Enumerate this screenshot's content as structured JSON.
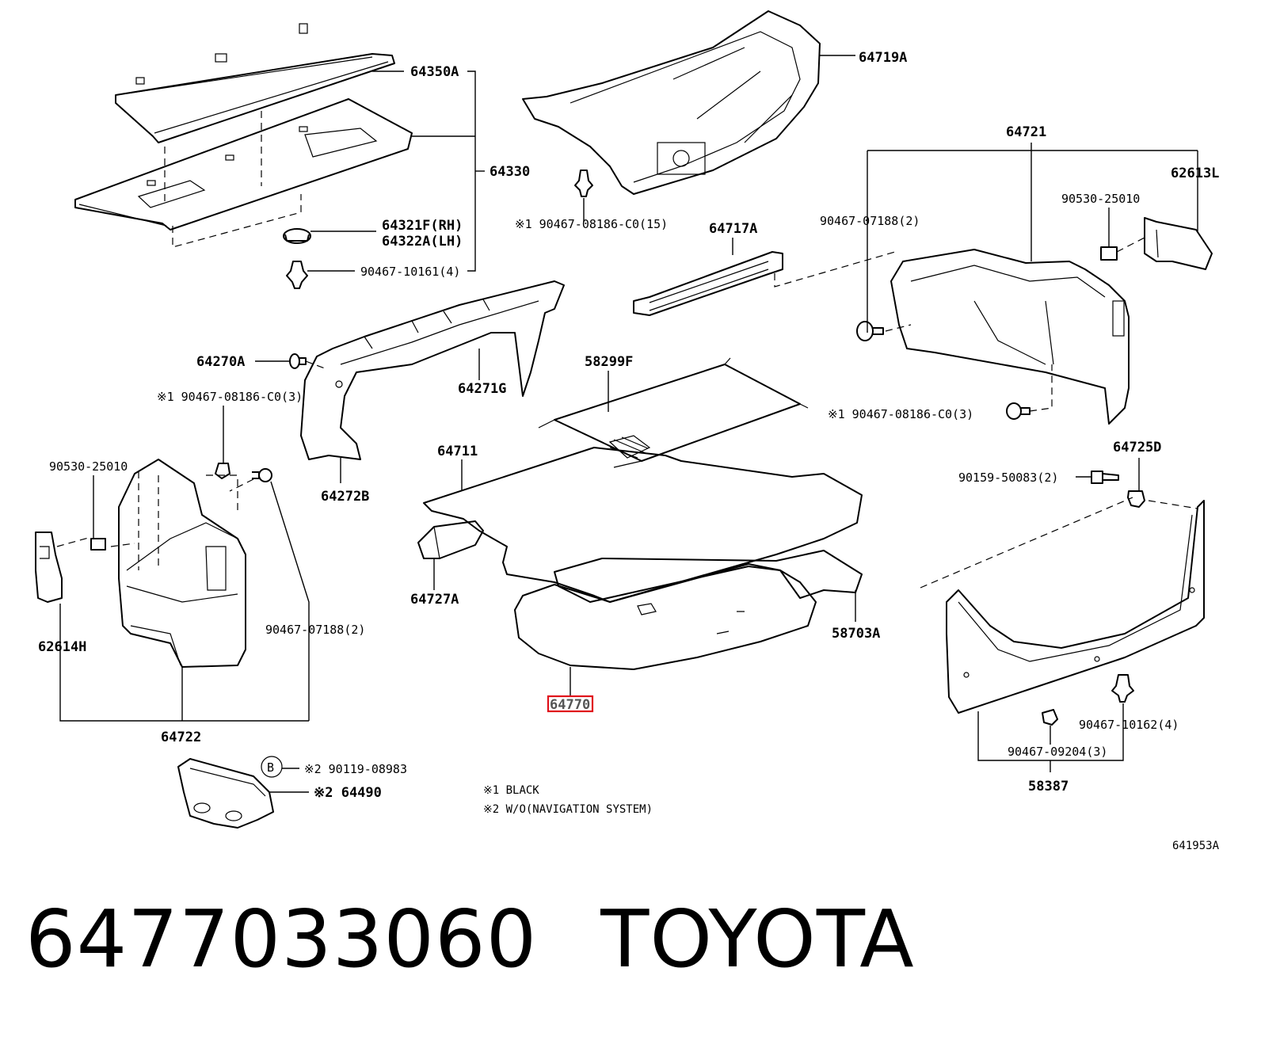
{
  "labels": {
    "p64350A": "64350A",
    "p64330": "64330",
    "p64321F": "64321F(RH)",
    "p64322A": "64322A(LH)",
    "p90467_10161": "90467-10161(4)",
    "p64719A": "64719A",
    "p90467_08186_15": "※1 90467-08186-C0(15)",
    "p64721": "64721",
    "p62613L": "62613L",
    "p90530_25010_r": "90530-25010",
    "p90467_07188_r": "90467-07188(2)",
    "p64717A": "64717A",
    "p64270A": "64270A",
    "p64271G": "64271G",
    "p58299F": "58299F",
    "p90467_08186_3l": "※1 90467-08186-C0(3)",
    "p90467_08186_3r": "※1 90467-08186-C0(3)",
    "p64711": "64711",
    "p64725D": "64725D",
    "p90159_50083": "90159-50083(2)",
    "p90530_25010_l": "90530-25010",
    "p64272B": "64272B",
    "p64727A": "64727A",
    "p62614H": "62614H",
    "p90467_07188_l": "90467-07188(2)",
    "p58703A": "58703A",
    "p64770": "64770",
    "p64722": "64722",
    "p90467_10162": "90467-10162(4)",
    "p90467_09204": "90467-09204(3)",
    "p58387": "58387",
    "p90119_08983": "※2 90119-08983",
    "p64490": "※2 64490",
    "circle_b": "B"
  },
  "notes": {
    "note1": "※1 BLACK",
    "note2": "※2 W/O(NAVIGATION SYSTEM)"
  },
  "diagram_id": "641953A",
  "footer": {
    "part_number": "6477033060",
    "brand": "TOYOTA"
  },
  "highlight_color": "#e0101a"
}
